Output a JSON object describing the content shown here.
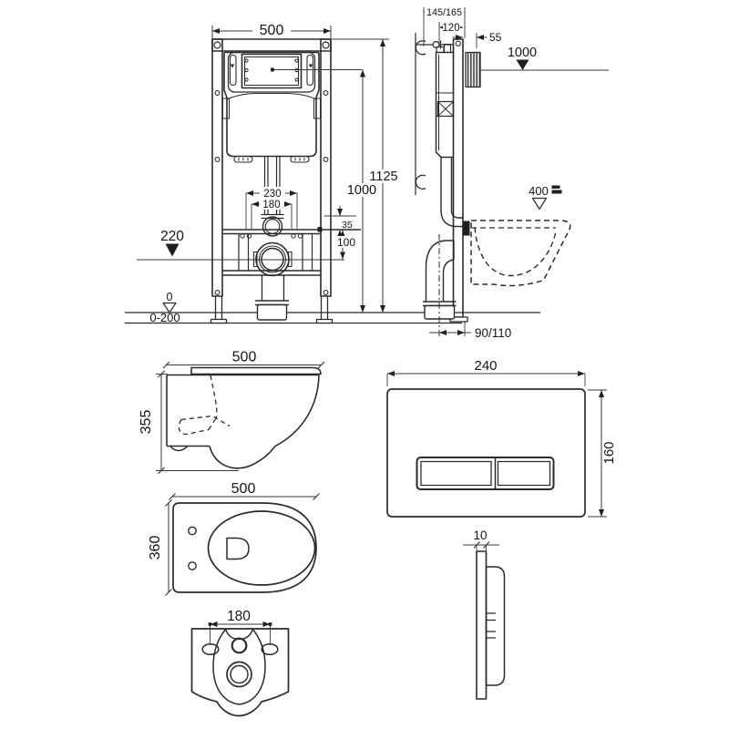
{
  "title": "Wall-hung toilet concealed cistern frame installation drawing",
  "ink_color": "#2b2b2b",
  "labels": {
    "frame_front": {
      "width": "500",
      "total_height": "1125",
      "button_height": "1000",
      "fixing_span": "230",
      "bolt_span": "180",
      "rail_offset": "35",
      "outlet_drop": "100",
      "outlet_level": "220",
      "floor_level": "0",
      "adjust_range": "0-200"
    },
    "frame_side": {
      "depth_options": "145/165",
      "frame_depth": "120",
      "plate_offset": "55",
      "button_height": "1000",
      "rim_height": "400",
      "outlet_offset": "90/110"
    },
    "pan_side": {
      "depth": "500",
      "height": "355"
    },
    "pan_top": {
      "depth": "500",
      "width": "360"
    },
    "pan_rear": {
      "fixing_span": "180"
    },
    "flush_plate": {
      "width": "240",
      "height": "160",
      "thickness": "10"
    }
  }
}
